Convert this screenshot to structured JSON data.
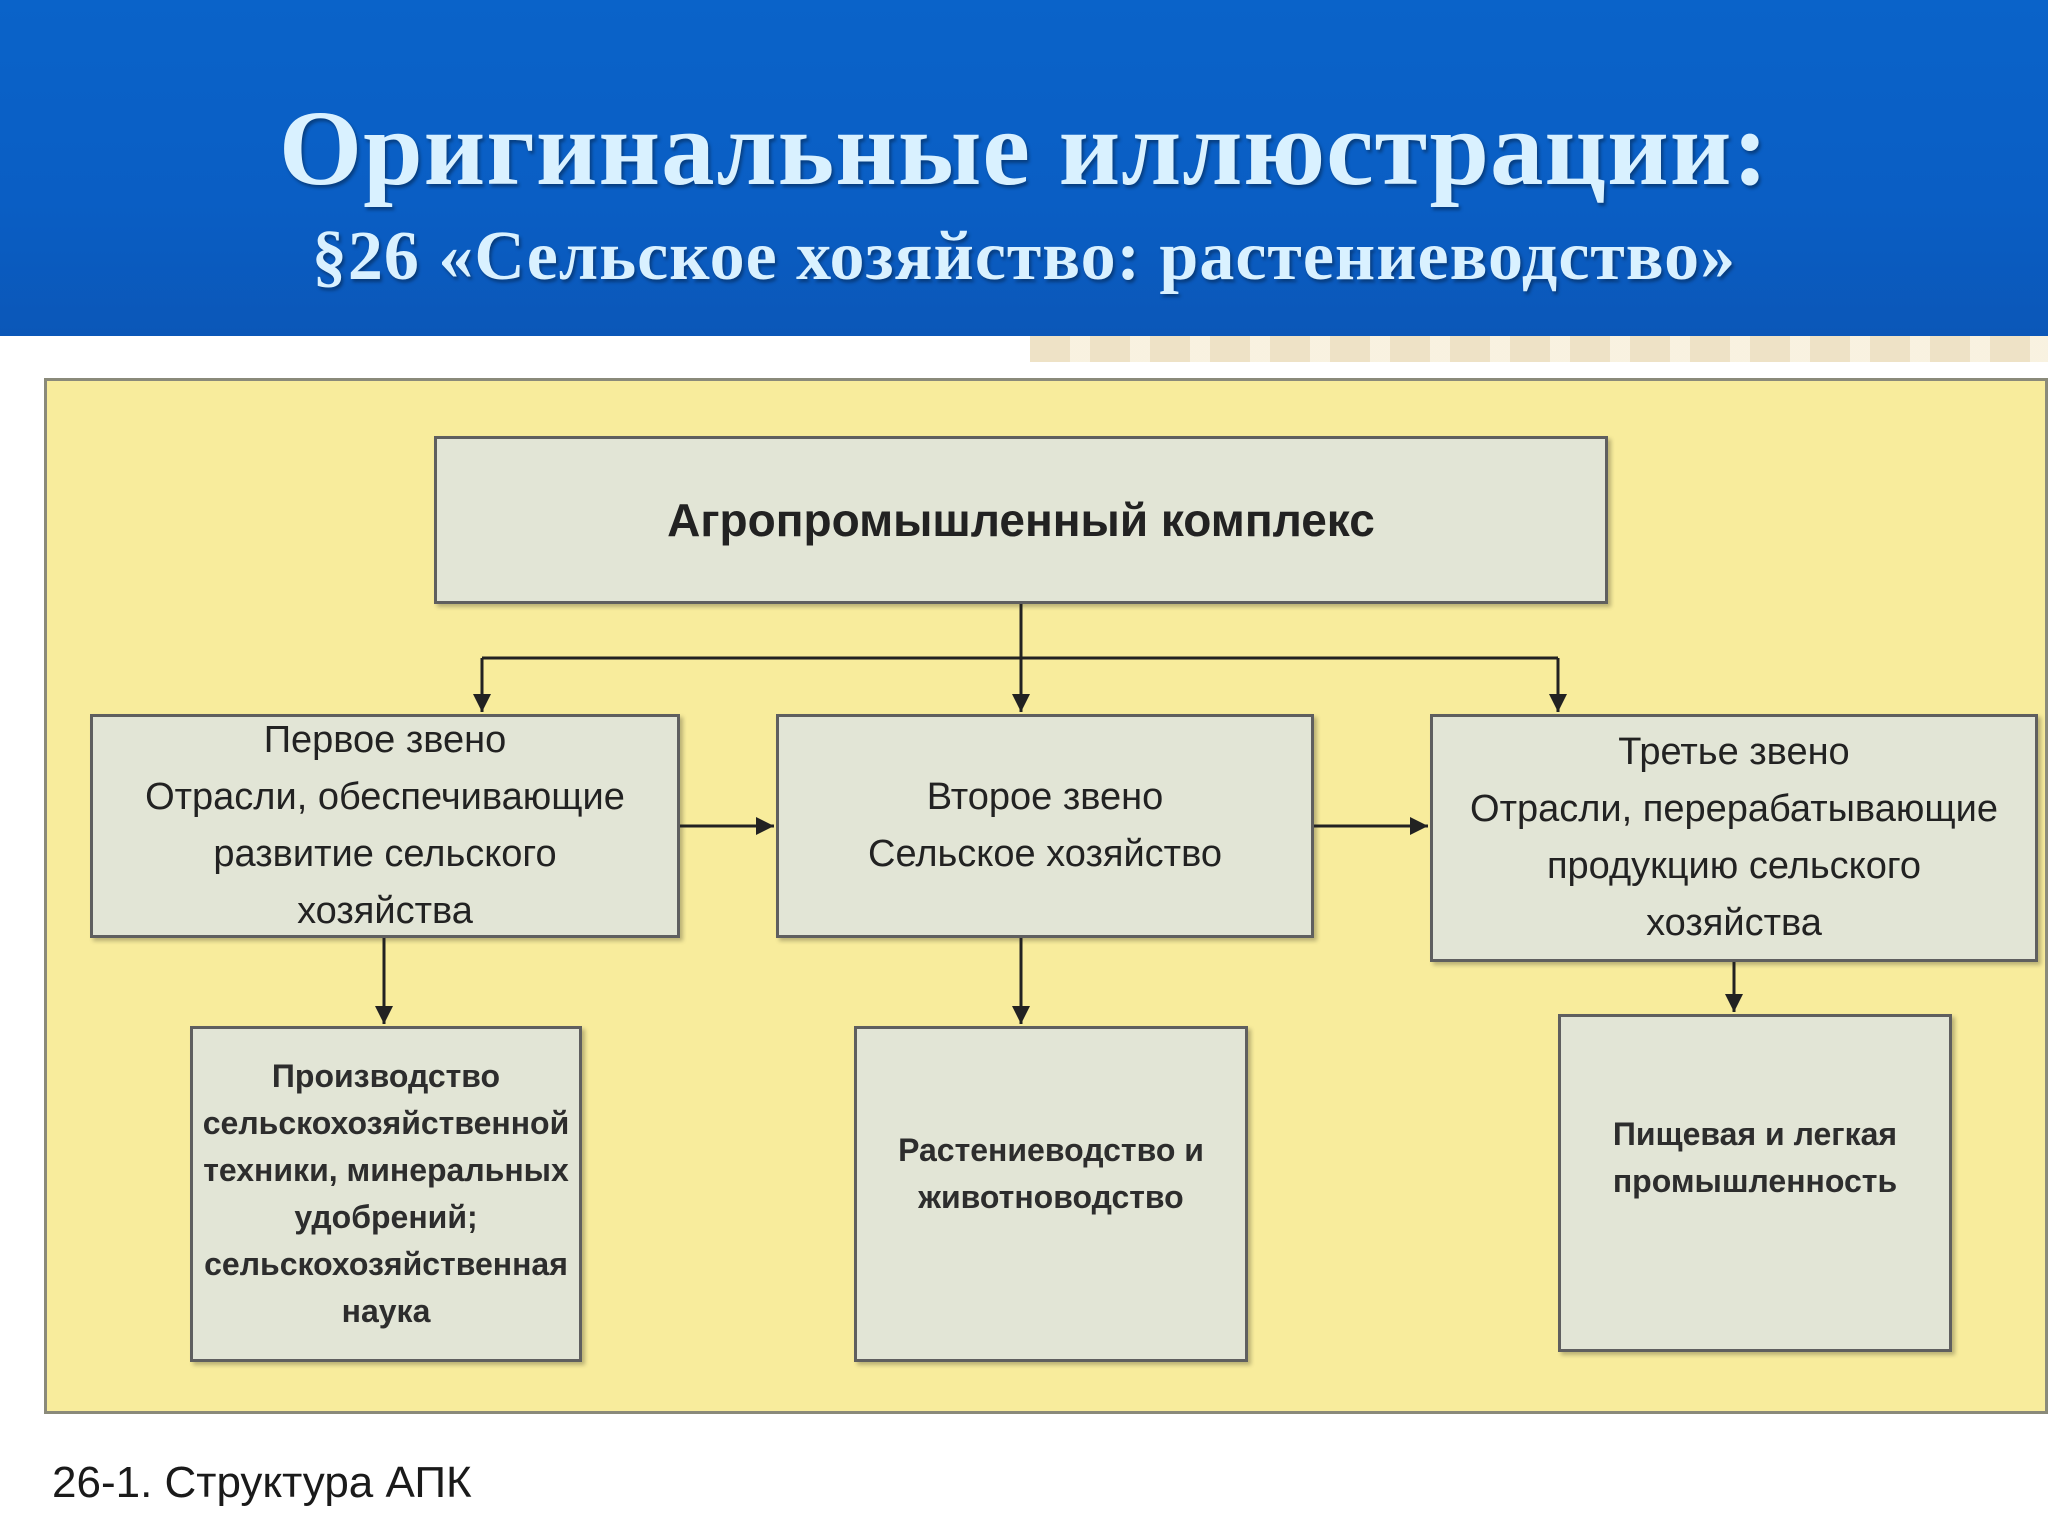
{
  "header": {
    "title": "Оригинальные иллюстрации:",
    "subtitle": "§26 «Сельское хозяйство: растениеводство»"
  },
  "diagram": {
    "top_box": [
      "Агропромышленный комплекс"
    ],
    "first_link": [
      "Первое звено",
      "Отрасли, обеспечивающие",
      "развитие  сельского",
      "хозяйства"
    ],
    "second_link": [
      "Второе звено",
      "Сельское хозяйство"
    ],
    "third_link": [
      "Третье звено",
      "Отрасли, перерабатывающие",
      "продукцию сельского",
      "хозяйства"
    ],
    "first_detail": [
      "Производство",
      "сельскохозяйственной",
      "техники, минеральных",
      "удобрений;",
      "сельскохозяйственная",
      "наука"
    ],
    "second_detail": [
      "Растениеводство и",
      "животноводство"
    ],
    "third_detail": [
      "Пищевая и легкая",
      "промышленность"
    ]
  },
  "caption": "26-1. Структура АПК",
  "colors": {
    "header_bg": "#0a5ec4",
    "header_text": "#d9f1ff",
    "panel_bg": "#f8ec9c",
    "box_bg": "#e2e5d6"
  }
}
